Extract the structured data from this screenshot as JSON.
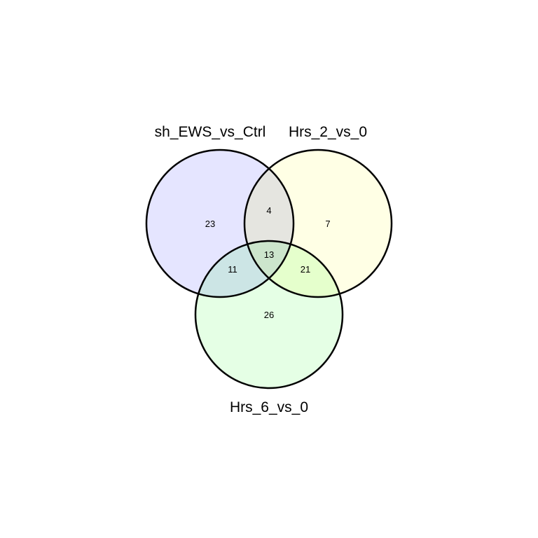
{
  "venn": {
    "sets": [
      {
        "id": "A",
        "label": "sh_EWS_vs_Ctrl",
        "color": "#e5e5ff"
      },
      {
        "id": "B",
        "label": "Hrs_2_vs_0",
        "color": "#ffffe5"
      },
      {
        "id": "C",
        "label": "Hrs_6_vs_0",
        "color": "#e5ffe5"
      }
    ],
    "regions": {
      "A_only": "23",
      "B_only": "7",
      "C_only": "26",
      "AB": "4",
      "AC": "11",
      "BC": "21",
      "ABC": "13"
    },
    "intersection_colors": {
      "AB": "#e5e5e0",
      "AC": "#cce5e5",
      "BC": "#e5ffcc",
      "ABC": "#cce5cc"
    },
    "outline_color": "#000000"
  }
}
